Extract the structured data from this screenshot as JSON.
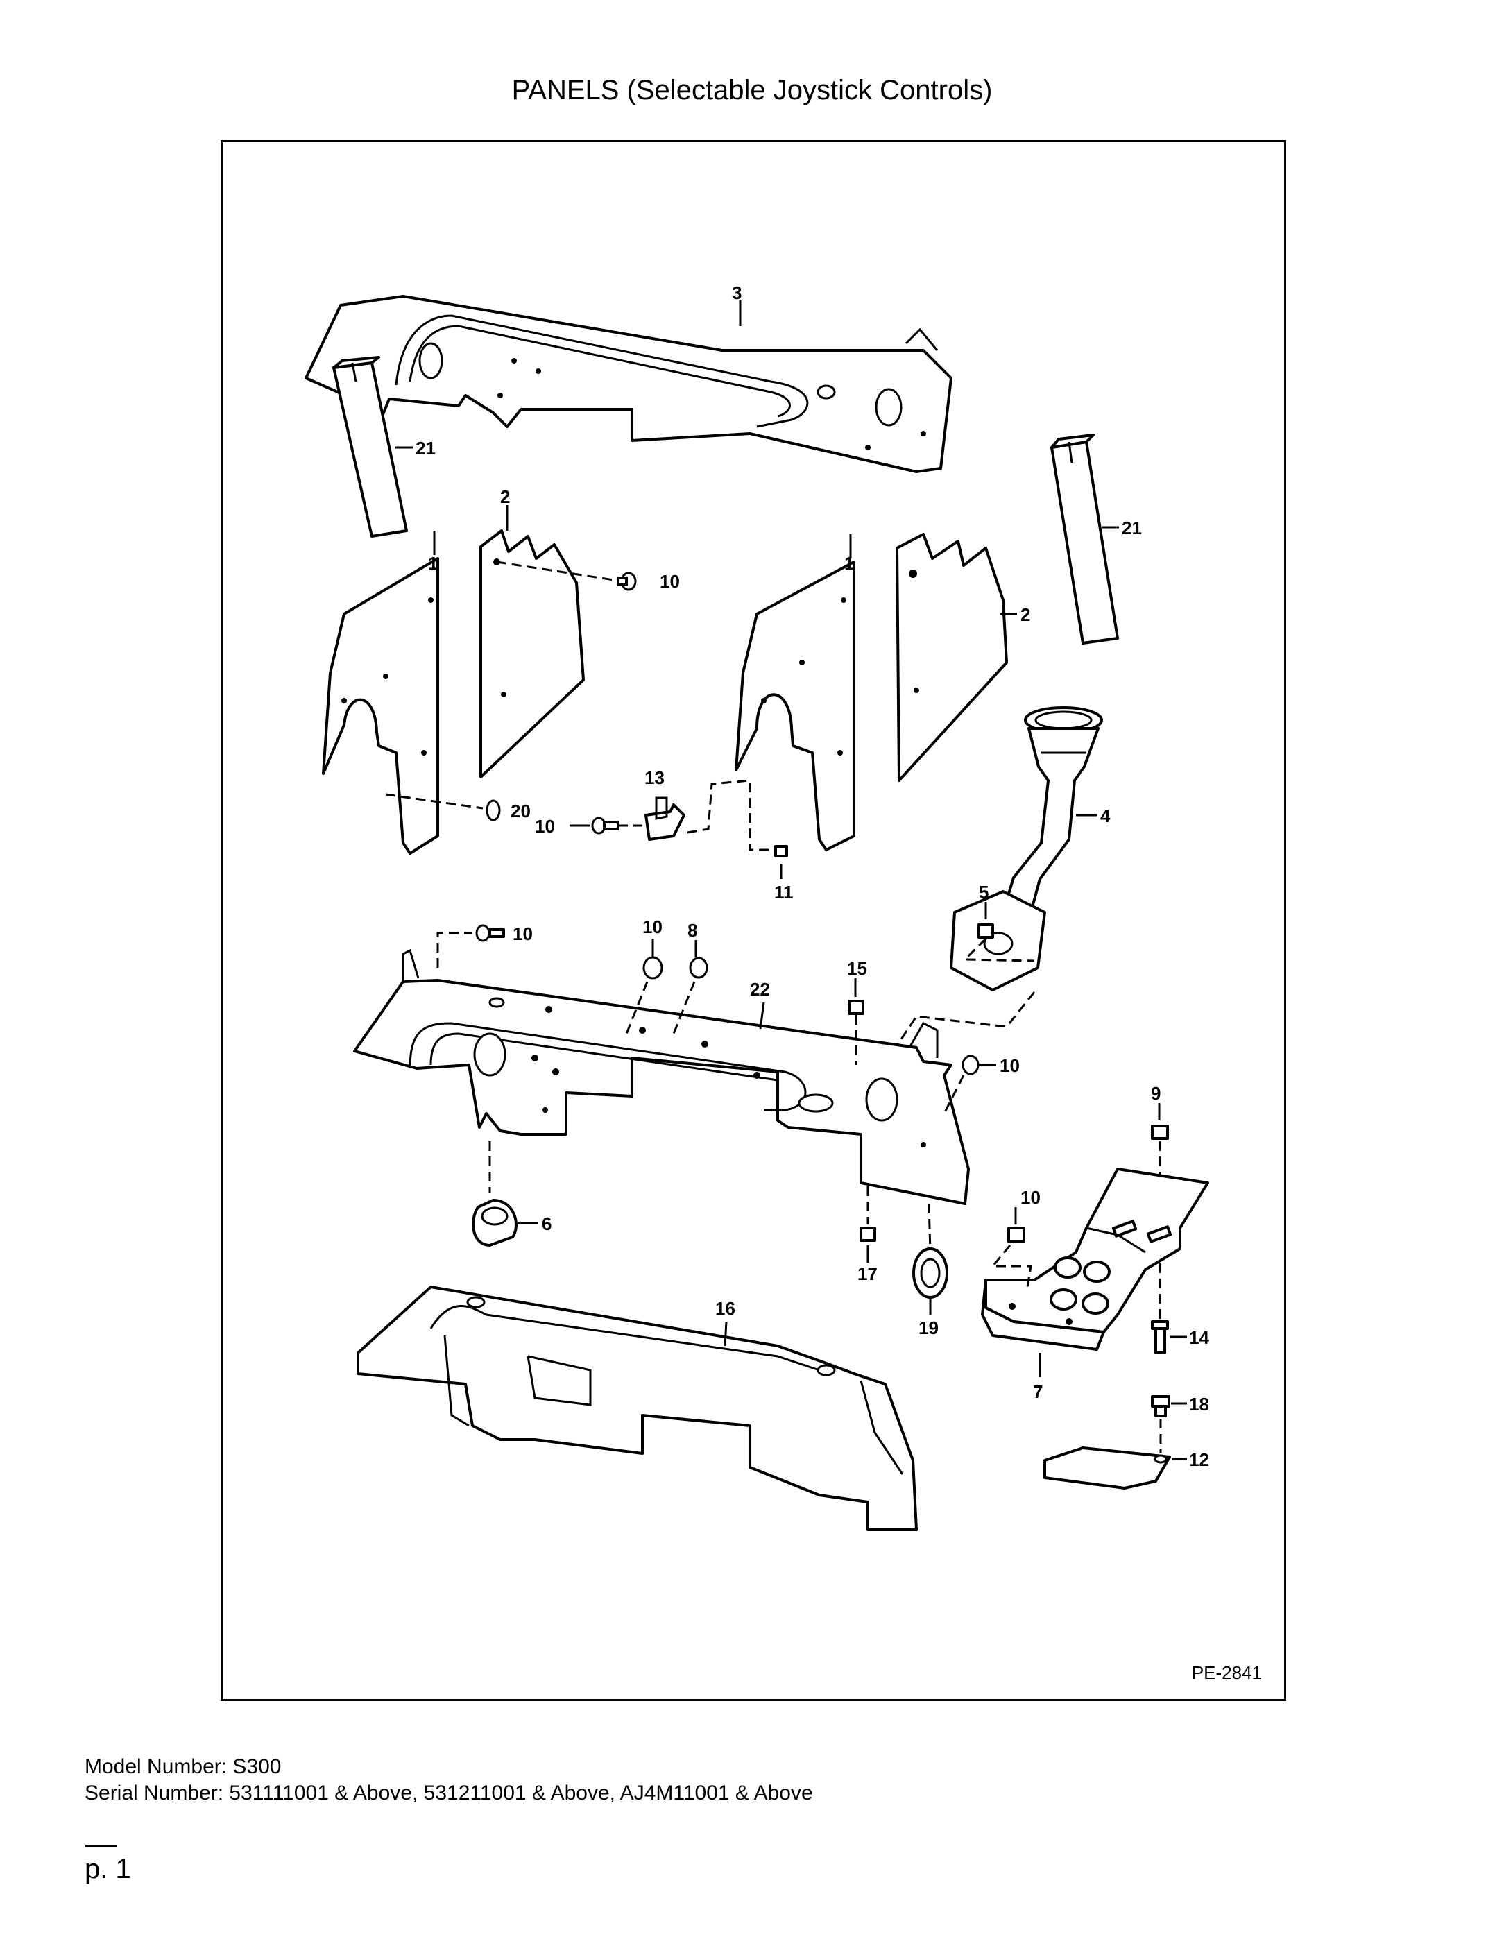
{
  "page": {
    "title": "PANELS (Selectable Joystick Controls)",
    "figure_id": "PE-2841",
    "model_line": "Model Number: S300",
    "serial_line": "Serial Number: 531111001 & Above, 531211001 & Above, AJ4M11001 & Above",
    "page_number": "p. 1"
  },
  "callouts": {
    "c3": "3",
    "c21a": "21",
    "c21b": "21",
    "c2a": "2",
    "c2b": "2",
    "c1a": "1",
    "c1b": "1",
    "c10a": "10",
    "c10b": "10",
    "c10c": "10",
    "c10d": "10",
    "c10e": "10",
    "c10f": "10",
    "c13": "13",
    "c20": "20",
    "c11": "11",
    "c4": "4",
    "c5": "5",
    "c8": "8",
    "c15": "15",
    "c22": "22",
    "c9": "9",
    "c6": "6",
    "c17": "17",
    "c19": "19",
    "c16": "16",
    "c14": "14",
    "c7": "7",
    "c18": "18",
    "c12": "12"
  }
}
